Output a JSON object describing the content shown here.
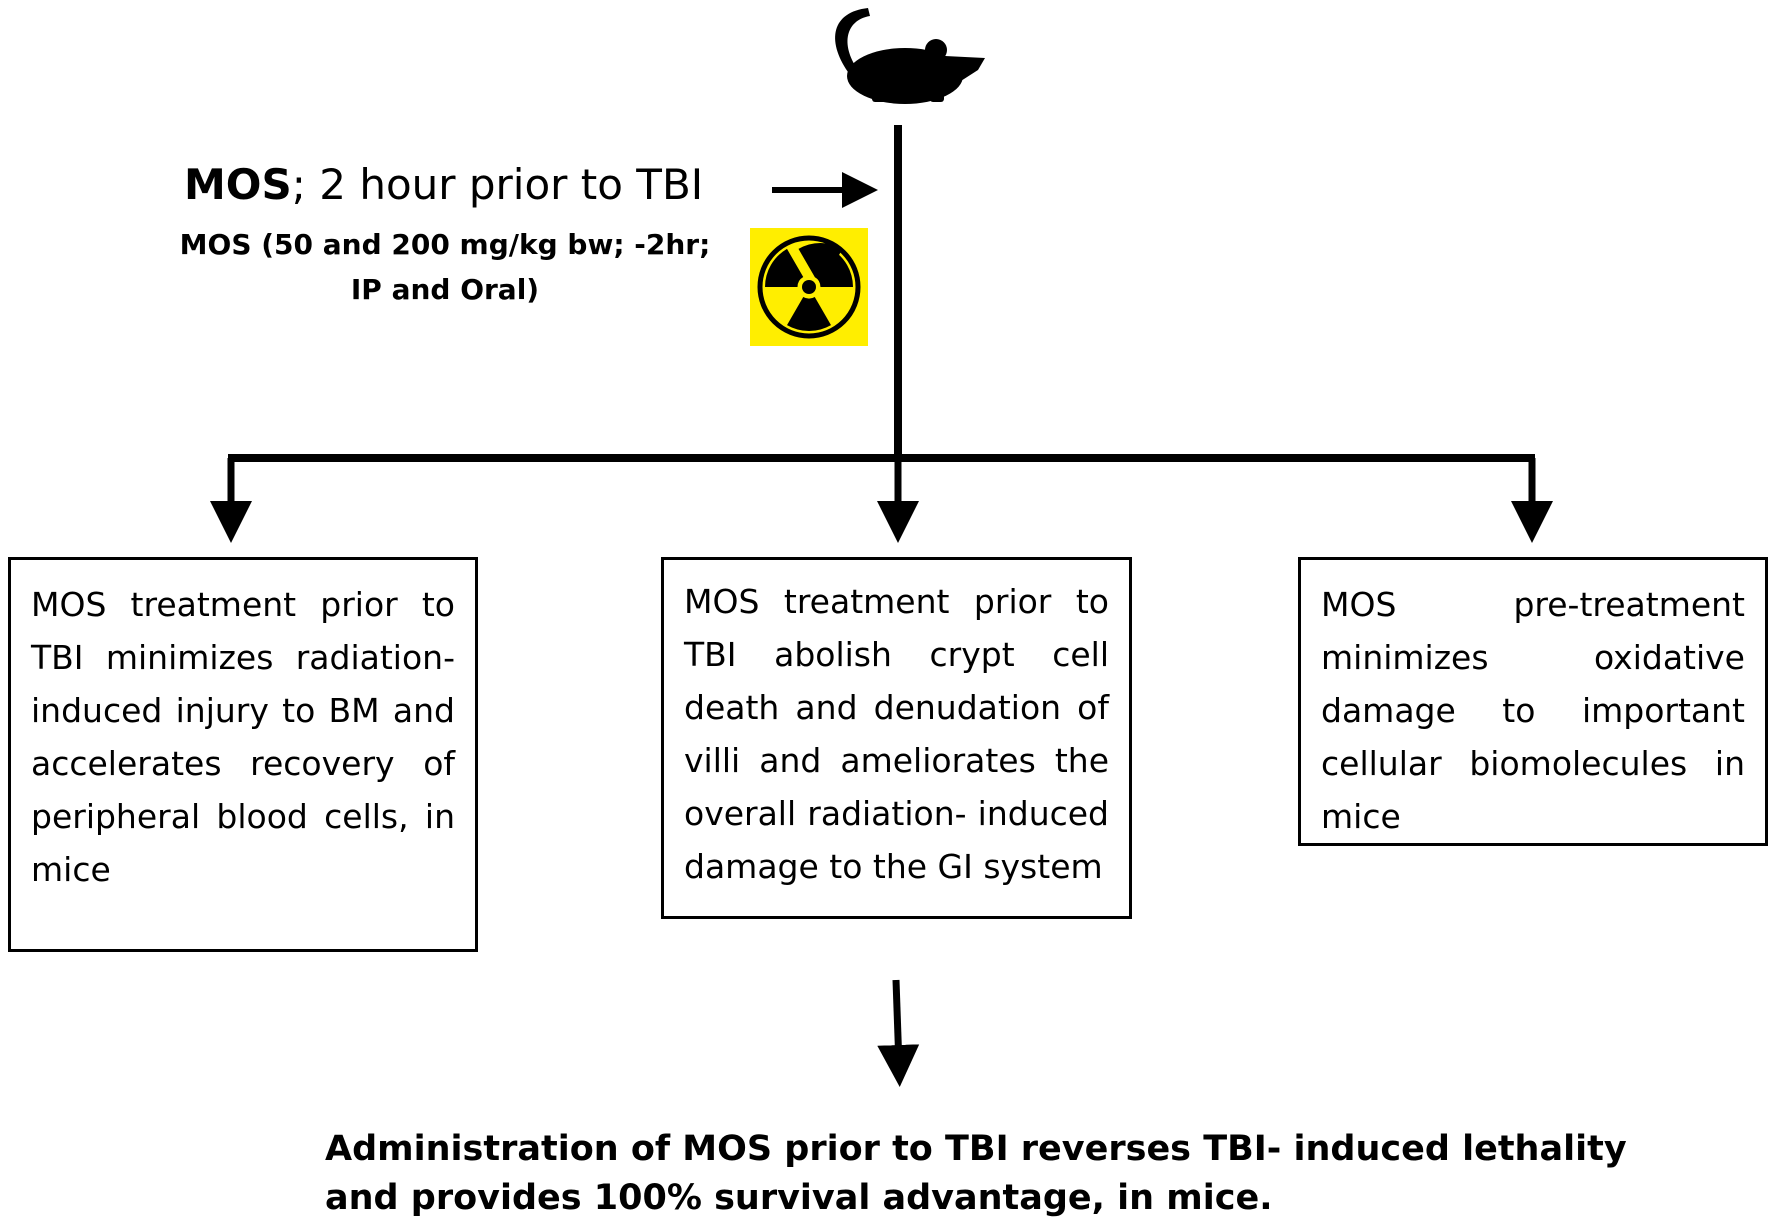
{
  "dose": {
    "compound": "MOS",
    "timing": "; 2 hour prior to TBI",
    "details": "MOS (50 and 200 mg/kg bw; -2hr; IP and Oral)"
  },
  "icons": {
    "subject": "mouse-icon",
    "radiation": "radiation-hazard-icon",
    "radiation_bg": "#ffee00"
  },
  "outcomes": [
    {
      "text": "MOS treatment prior to TBI minimizes radiation- induced injury to BM and accelerates recovery of peripheral blood cells, in mice"
    },
    {
      "text": "MOS treatment prior to TBI abolish crypt cell death and denudation of villi and ameliorates the overall radiation- induced damage to the GI system"
    },
    {
      "text": "MOS pre-treatment minimizes oxidative damage to important cellular biomolecules in mice"
    }
  ],
  "conclusion": "Administration of MOS prior to TBI reverses TBI- induced lethality and provides 100% survival advantage, in mice."
}
